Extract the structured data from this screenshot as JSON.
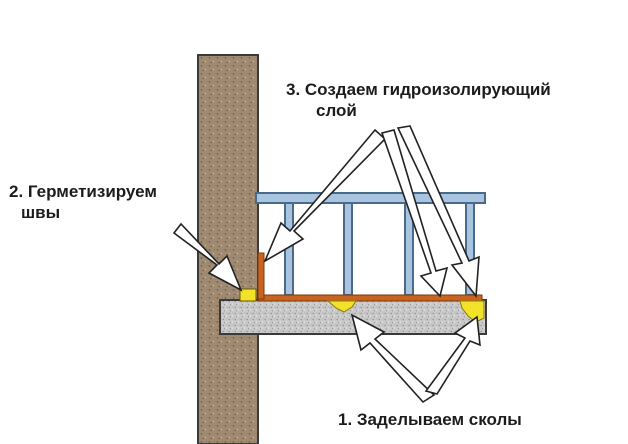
{
  "labels": {
    "seal_line1": "2. Герметизируем",
    "seal_line2": "швы",
    "waterproof_line1": "3. Создаем гидроизолирующий",
    "waterproof_line2": "слой",
    "chips": "1. Заделываем сколы"
  },
  "colors": {
    "wall_fill": "#a08a72",
    "slab_fill": "#c9c9c9",
    "railing_fill": "#a8c4e0",
    "railing_stroke": "#4a6a8a",
    "waterproof_layer": "#c8641e",
    "sealant": "#f2e32a",
    "arrow_fill": "#ffffff",
    "arrow_stroke": "#222222"
  }
}
